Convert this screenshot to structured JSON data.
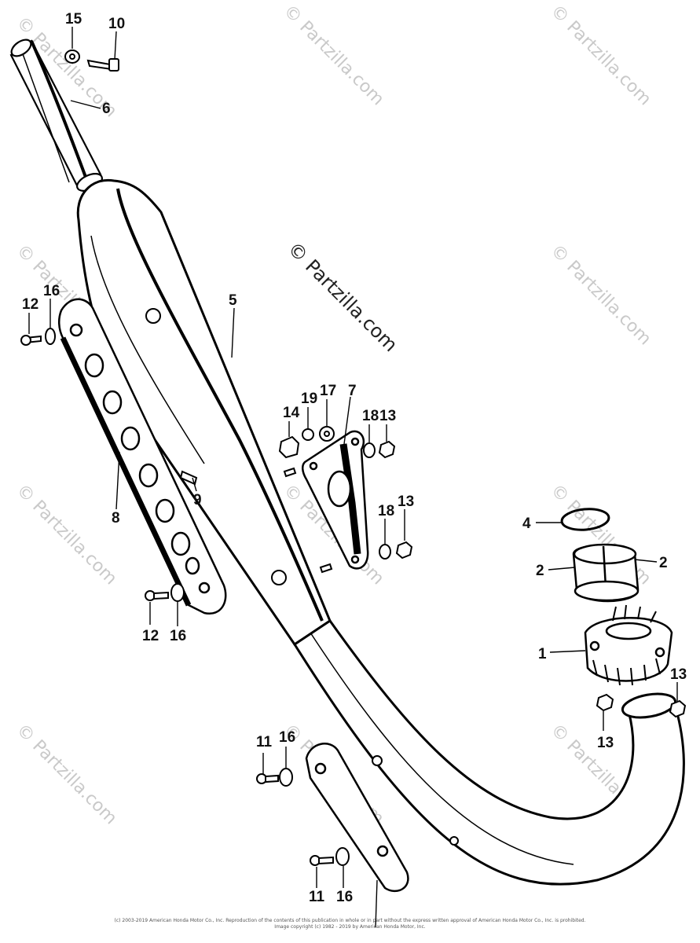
{
  "watermark": "© Partzilla.com",
  "callouts": {
    "c15": "15",
    "c10": "10",
    "c6": "6",
    "c5": "5",
    "c12a": "12",
    "c16a": "16",
    "c8": "8",
    "c9": "9",
    "c14": "14",
    "c19": "19",
    "c17": "17",
    "c7": "7",
    "c18a": "18",
    "c13a": "13",
    "c18b": "18",
    "c13b": "13",
    "c4": "4",
    "c2a": "2",
    "c2b": "2",
    "c1": "1",
    "c13c": "13",
    "c13d": "13",
    "c12b": "12",
    "c16b": "16",
    "c11a": "11",
    "c16c": "16",
    "c11b": "11",
    "c16d": "16"
  },
  "footer": {
    "line1": "(c) 2003-2019 American Honda Motor Co., Inc. Reproduction of the contents of this publication in whole or in part without the express written approval of American Honda Motor Co., Inc. is prohibited.",
    "line2": "Image copyright (c) 1982 - 2019 by American Honda Motor, Inc."
  }
}
